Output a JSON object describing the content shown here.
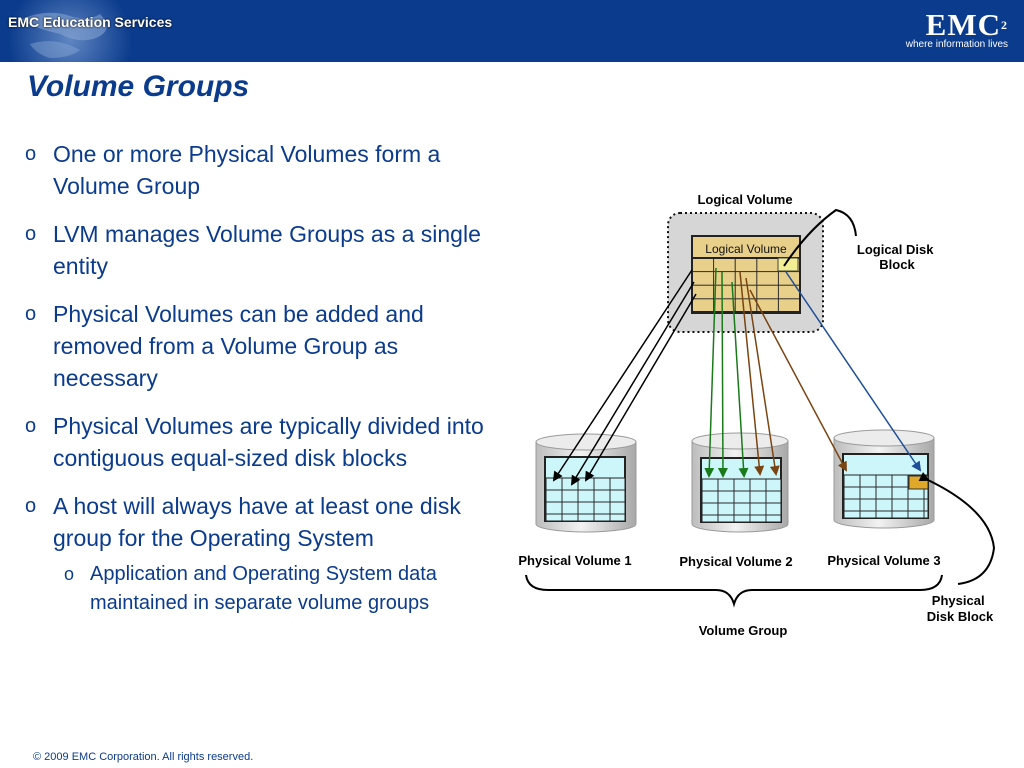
{
  "header": {
    "brand": "EMC Education Services",
    "logo_mark": "EMC",
    "logo_superscript": "2",
    "logo_tagline": "where information lives"
  },
  "title": "Volume Groups",
  "bullets": [
    "One or more Physical Volumes form a Volume Group",
    "LVM manages Volume Groups as a single entity",
    "Physical Volumes can be added and removed from a Volume Group as necessary",
    "Physical Volumes are typically divided into contiguous equal-sized disk blocks",
    "A host will always have at least one disk group for the Operating System"
  ],
  "sub_bullets": [
    "Application and Operating System data maintained in separate volume groups"
  ],
  "bullet_marker": "o",
  "diagram": {
    "logical_volume_heading": "Logical Volume",
    "logical_volume_box": "Logical Volume",
    "logical_disk_block": [
      "Logical Disk",
      "Block"
    ],
    "physical_volumes": [
      "Physical Volume 1",
      "Physical Volume 2",
      "Physical Volume 3"
    ],
    "physical_disk_block": [
      "Physical",
      "Disk Block"
    ],
    "volume_group": "Volume Group"
  },
  "footer": {
    "copyright": "© 2009 EMC Corporation. All rights reserved."
  },
  "colors": {
    "header_bg": "#0b3b8c",
    "title_text": "#0b3b8c",
    "lv_block": "#e8d08a",
    "pv_block": "#ccf6f9",
    "highlight_block": "#e0a828",
    "arrow_green": "#1a7a1a",
    "arrow_brown": "#7a4512",
    "arrow_blue": "#1e4e9a",
    "arrow_black": "#000000"
  }
}
